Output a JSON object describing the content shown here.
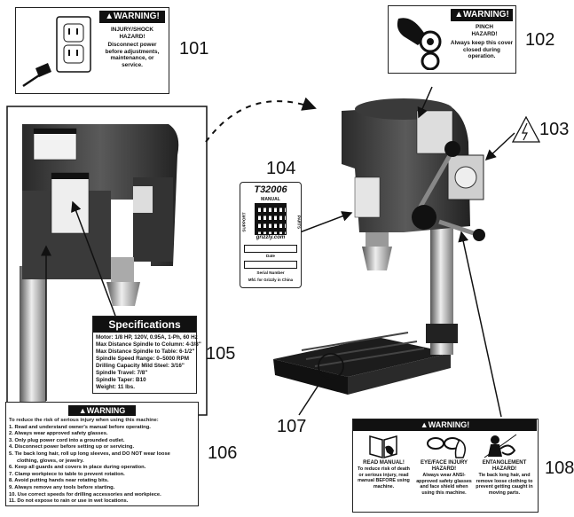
{
  "callouts": {
    "n101": "101",
    "n102": "102",
    "n103": "103",
    "n104": "104",
    "n105": "105",
    "n106": "106",
    "n107": "107",
    "n108": "108"
  },
  "label101": {
    "header": "WARNING!",
    "title": "INJURY/SHOCK HAZARD!",
    "text": "Disconnect power before adjustments, maintenance, or service."
  },
  "label102": {
    "header": "WARNING!",
    "title": "PINCH HAZARD!",
    "text": "Always keep this cover closed during operation."
  },
  "label104": {
    "model": "T32006",
    "manual": "MANUAL",
    "side_left": "SUPPORT",
    "side_right": "PARTS",
    "site": "grizzly.com",
    "date": "Date",
    "serial": "Serial Number",
    "made": "Mfd. for Grizzly in China"
  },
  "label105": {
    "title": "Specifications",
    "lines": [
      "Motor: 1/8 HP, 120V, 0.95A, 1-Ph, 60 Hz",
      "Max Distance Spindle to Column: 4-3/8\"",
      "Max Distance Spindle to Table: 6-1/2\"",
      "Spindle Speed Range: 0–5000 RPM",
      "Drilling Capacity Mild Steel: 3/16\"",
      "Spindle Travel: 7/8\"",
      "Spindle Taper: B10",
      "Weight: 11 lbs."
    ]
  },
  "label106": {
    "header": "WARNING",
    "intro": "To reduce the risk of serious injury when using this machine:",
    "lines": [
      "1. Read and understand owner's manual before operating.",
      "2. Always wear approved safety glasses.",
      "3. Only plug power cord into a grounded outlet.",
      "4. Disconnect power before setting up or servicing.",
      "5. Tie back long hair, roll up long sleeves, and DO NOT wear loose",
      "   clothing, gloves, or jewelry.",
      "6. Keep all guards and covers in place during operation.",
      "7. Clamp workpiece to table to prevent rotation.",
      "8. Avoid putting hands near rotating bits.",
      "9. Always remove any tools before starting.",
      "10. Use correct speeds for drilling accessories and workpiece.",
      "11. Do not expose to rain or use in wet locations."
    ]
  },
  "label108": {
    "header": "WARNING!",
    "col1_title": "READ MANUAL!",
    "col1_text": "To reduce risk of death or serious injury, read manual BEFORE using machine.",
    "col2_title": "EYE/FACE INJURY HAZARD!",
    "col2_text": "Always wear ANSI-approved safety glasses and face shield when using this machine.",
    "col3_title": "ENTANGLEMENT HAZARD!",
    "col3_text": "Tie back long hair, and remove loose clothing to prevent getting caught in moving parts."
  }
}
